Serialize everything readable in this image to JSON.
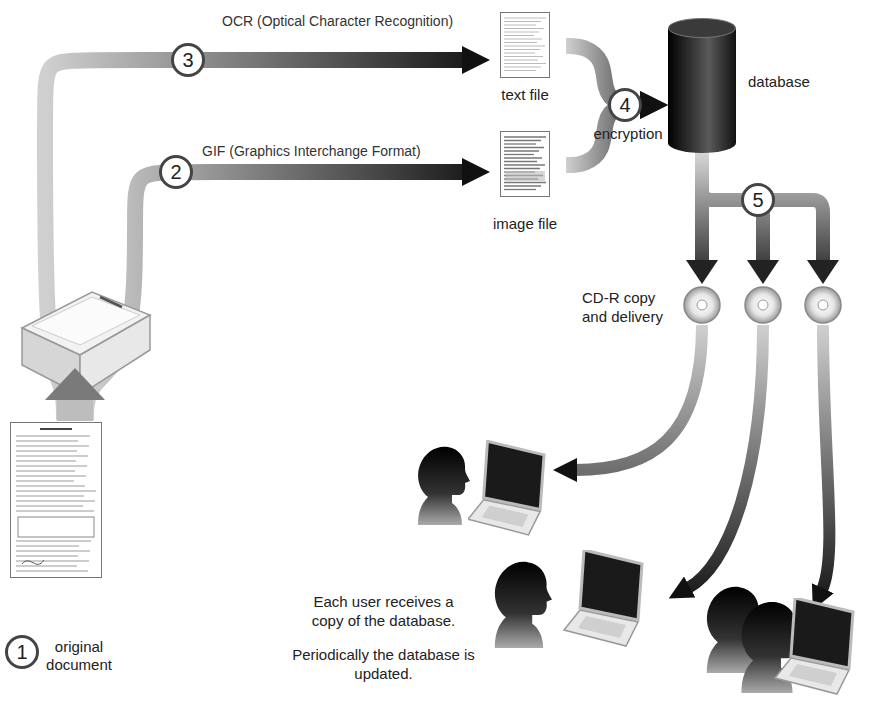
{
  "diagram": {
    "nodes": [
      {
        "text": [
          "original document"
        ]
      },
      {
        "text": [
          "text file"
        ]
      },
      {
        "text": [
          "image file"
        ]
      },
      {
        "text": [
          "database"
        ]
      }
    ],
    "edges": [
      {
        "from": 0,
        "to": 1,
        "arrow": "to",
        "label": "OCR (Optical Character Recognition)"
      },
      {
        "from": 0,
        "to": 2,
        "arrow": "to",
        "label": "GIF (Graphics Interchange Format)"
      },
      {
        "from": 1,
        "to": 3,
        "arrow": "to"
      },
      {
        "from": 2,
        "to": 3,
        "arrow": "to"
      }
    ],
    "labels": [
      "1",
      "2",
      "3",
      "4",
      "5",
      "encryption",
      "CD-R copy and delivery",
      "Each user receives a copy of the database.",
      "Periodically the database is updated."
    ]
  }
}
